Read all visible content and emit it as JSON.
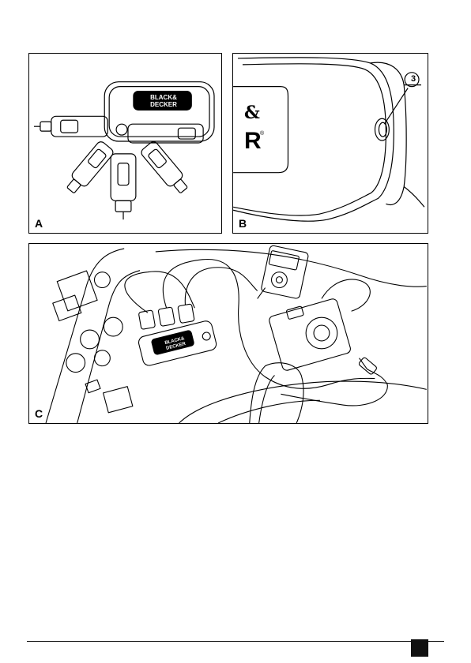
{
  "figures": {
    "a": {
      "label": "A",
      "brand_line1": "BLACK&",
      "brand_line2": "DECKER"
    },
    "b": {
      "label": "B",
      "callout": "3",
      "logo_amp": "&",
      "logo_r": "R",
      "registered": "®"
    },
    "c": {
      "label": "C",
      "brand_line1": "BLACK&",
      "brand_line2": "DECKER"
    }
  },
  "colors": {
    "ink": "#000000",
    "page_marker": "#111111"
  }
}
